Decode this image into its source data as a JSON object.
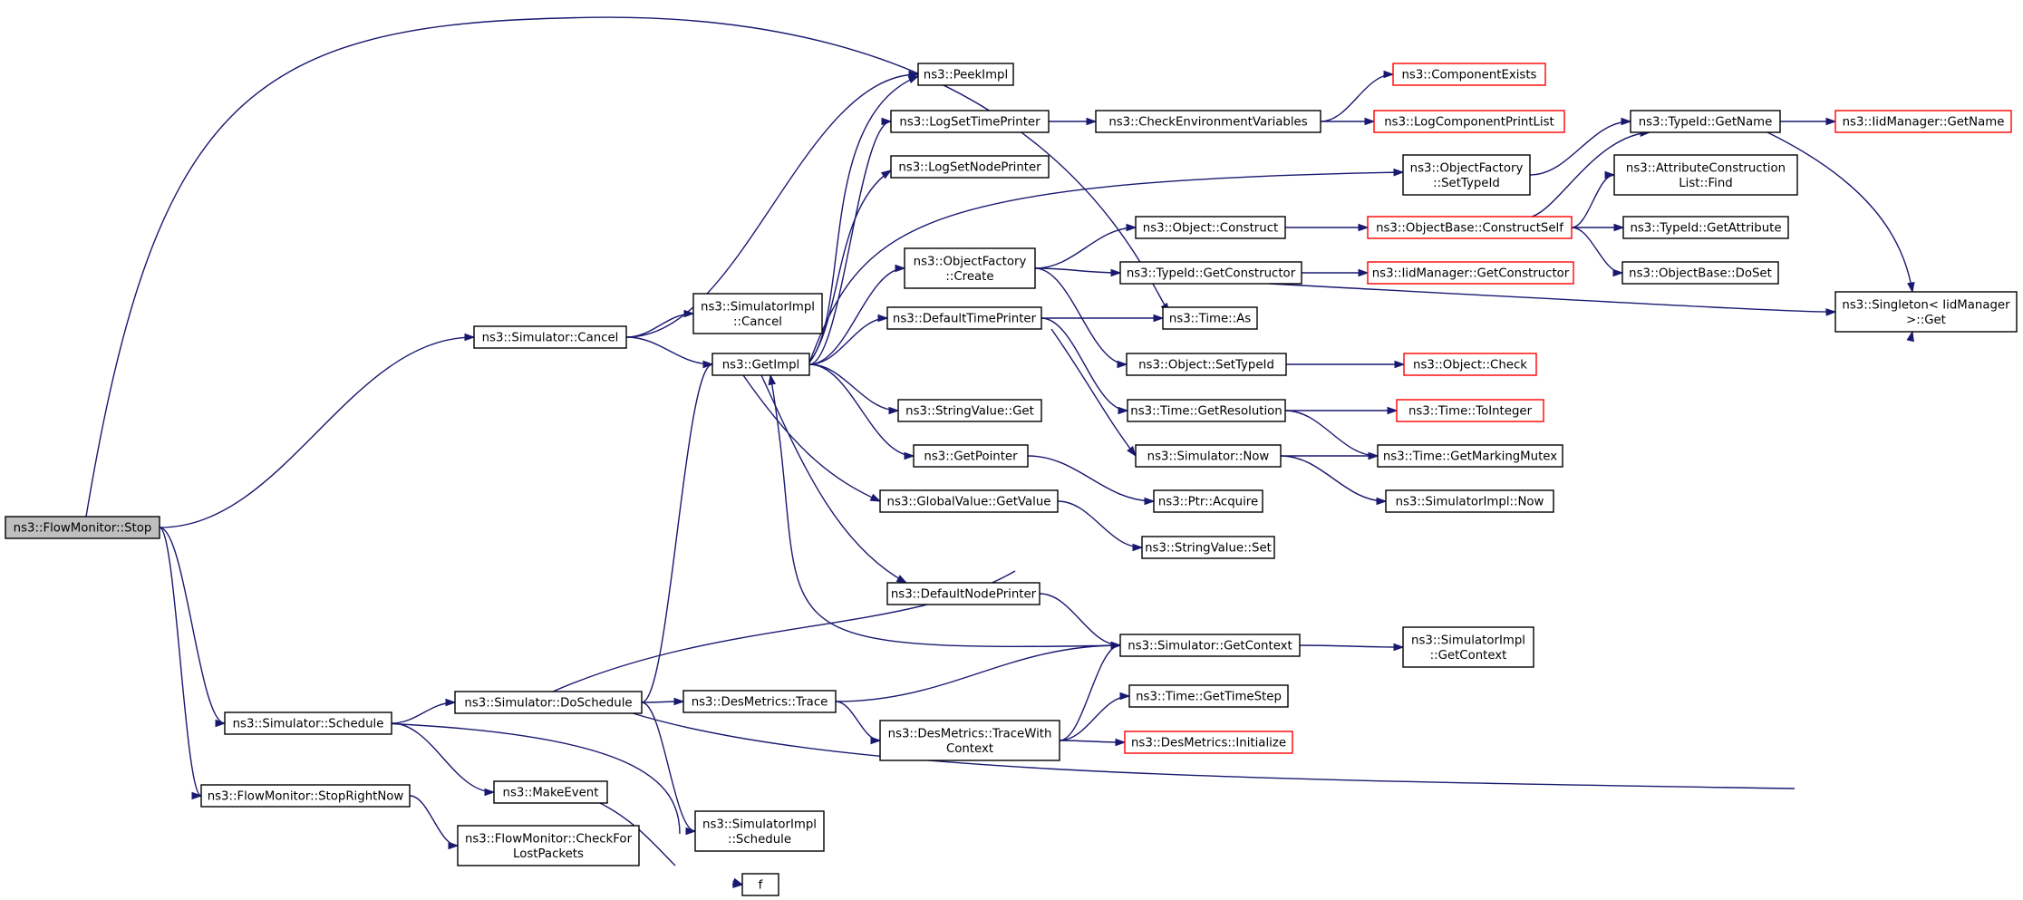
{
  "nodes": [
    {
      "id": "stop",
      "lines": [
        "ns3::FlowMonitor::Stop"
      ],
      "style": "root"
    },
    {
      "id": "cancel",
      "lines": [
        "ns3::Simulator::Cancel"
      ],
      "style": "normal"
    },
    {
      "id": "schedule",
      "lines": [
        "ns3::Simulator::Schedule"
      ],
      "style": "normal"
    },
    {
      "id": "stoprightnow",
      "lines": [
        "ns3::FlowMonitor::StopRightNow"
      ],
      "style": "normal"
    },
    {
      "id": "doschedule",
      "lines": [
        "ns3::Simulator::DoSchedule"
      ],
      "style": "normal"
    },
    {
      "id": "makeevent",
      "lines": [
        "ns3::MakeEvent"
      ],
      "style": "normal"
    },
    {
      "id": "checkfor",
      "lines": [
        "ns3::FlowMonitor::CheckFor",
        "LostPackets"
      ],
      "style": "normal"
    },
    {
      "id": "f",
      "lines": [
        "f"
      ],
      "style": "normal"
    },
    {
      "id": "simimplcancel",
      "lines": [
        "ns3::SimulatorImpl",
        "::Cancel"
      ],
      "style": "normal"
    },
    {
      "id": "getimpl",
      "lines": [
        "ns3::GetImpl"
      ],
      "style": "normal"
    },
    {
      "id": "desmetricstrace",
      "lines": [
        "ns3::DesMetrics::Trace"
      ],
      "style": "normal"
    },
    {
      "id": "simimplschedule",
      "lines": [
        "ns3::SimulatorImpl",
        "::Schedule"
      ],
      "style": "normal"
    },
    {
      "id": "peekimpl",
      "lines": [
        "ns3::PeekImpl"
      ],
      "style": "normal"
    },
    {
      "id": "logsettime",
      "lines": [
        "ns3::LogSetTimePrinter"
      ],
      "style": "normal"
    },
    {
      "id": "logsetnode",
      "lines": [
        "ns3::LogSetNodePrinter"
      ],
      "style": "normal"
    },
    {
      "id": "ofcreate",
      "lines": [
        "ns3::ObjectFactory",
        "::Create"
      ],
      "style": "normal"
    },
    {
      "id": "deftimeprinter",
      "lines": [
        "ns3::DefaultTimePrinter"
      ],
      "style": "normal"
    },
    {
      "id": "stringvalueget",
      "lines": [
        "ns3::StringValue::Get"
      ],
      "style": "normal"
    },
    {
      "id": "getpointer",
      "lines": [
        "ns3::GetPointer"
      ],
      "style": "normal"
    },
    {
      "id": "gvgetvalue",
      "lines": [
        "ns3::GlobalValue::GetValue"
      ],
      "style": "normal"
    },
    {
      "id": "defnodeprinter",
      "lines": [
        "ns3::DefaultNodePrinter"
      ],
      "style": "normal"
    },
    {
      "id": "tracewithcontext",
      "lines": [
        "ns3::DesMetrics::TraceWith",
        "Context"
      ],
      "style": "normal"
    },
    {
      "id": "checkenv",
      "lines": [
        "ns3::CheckEnvironmentVariables"
      ],
      "style": "normal"
    },
    {
      "id": "objconstruct",
      "lines": [
        "ns3::Object::Construct"
      ],
      "style": "normal"
    },
    {
      "id": "getconstructor",
      "lines": [
        "ns3::TypeId::GetConstructor"
      ],
      "style": "normal"
    },
    {
      "id": "timeas",
      "lines": [
        "ns3::Time::As"
      ],
      "style": "normal"
    },
    {
      "id": "objsettypeid",
      "lines": [
        "ns3::Object::SetTypeId"
      ],
      "style": "normal"
    },
    {
      "id": "getresolution",
      "lines": [
        "ns3::Time::GetResolution"
      ],
      "style": "normal"
    },
    {
      "id": "simnow",
      "lines": [
        "ns3::Simulator::Now"
      ],
      "style": "normal"
    },
    {
      "id": "ptracquire",
      "lines": [
        "ns3::Ptr::Acquire"
      ],
      "style": "normal"
    },
    {
      "id": "stringvalueset",
      "lines": [
        "ns3::StringValue::Set"
      ],
      "style": "normal"
    },
    {
      "id": "simgetcontext",
      "lines": [
        "ns3::Simulator::GetContext"
      ],
      "style": "normal"
    },
    {
      "id": "gettimestep",
      "lines": [
        "ns3::Time::GetTimeStep"
      ],
      "style": "normal"
    },
    {
      "id": "dminit",
      "lines": [
        "ns3::DesMetrics::Initialize"
      ],
      "style": "red"
    },
    {
      "id": "compexists",
      "lines": [
        "ns3::ComponentExists"
      ],
      "style": "red"
    },
    {
      "id": "logcompprint",
      "lines": [
        "ns3::LogComponentPrintList"
      ],
      "style": "red"
    },
    {
      "id": "ofsettypeid",
      "lines": [
        "ns3::ObjectFactory",
        "::SetTypeId"
      ],
      "style": "normal"
    },
    {
      "id": "constructself",
      "lines": [
        "ns3::ObjectBase::ConstructSelf"
      ],
      "style": "red"
    },
    {
      "id": "iidgetctor",
      "lines": [
        "ns3::IidManager::GetConstructor"
      ],
      "style": "red"
    },
    {
      "id": "objcheck",
      "lines": [
        "ns3::Object::Check"
      ],
      "style": "red"
    },
    {
      "id": "tointeger",
      "lines": [
        "ns3::Time::ToInteger"
      ],
      "style": "red"
    },
    {
      "id": "getmarkingmutex",
      "lines": [
        "ns3::Time::GetMarkingMutex"
      ],
      "style": "normal"
    },
    {
      "id": "simimplnow",
      "lines": [
        "ns3::SimulatorImpl::Now"
      ],
      "style": "normal"
    },
    {
      "id": "simimplgetctx",
      "lines": [
        "ns3::SimulatorImpl",
        "::GetContext"
      ],
      "style": "normal"
    },
    {
      "id": "typeidgetname",
      "lines": [
        "ns3::TypeId::GetName"
      ],
      "style": "normal"
    },
    {
      "id": "acfind",
      "lines": [
        "ns3::AttributeConstruction",
        "List::Find"
      ],
      "style": "normal"
    },
    {
      "id": "getattribute",
      "lines": [
        "ns3::TypeId::GetAttribute"
      ],
      "style": "normal"
    },
    {
      "id": "obdoset",
      "lines": [
        "ns3::ObjectBase::DoSet"
      ],
      "style": "normal"
    },
    {
      "id": "iidgetname",
      "lines": [
        "ns3::IidManager::GetName"
      ],
      "style": "red"
    },
    {
      "id": "singletonget",
      "lines": [
        "ns3::Singleton< IidManager",
        ">::Get"
      ],
      "style": "normal"
    }
  ],
  "edges": [
    [
      "stop",
      "timeas"
    ],
    [
      "stop",
      "cancel"
    ],
    [
      "stop",
      "schedule"
    ],
    [
      "stop",
      "stoprightnow"
    ],
    [
      "cancel",
      "peekimpl"
    ],
    [
      "cancel",
      "simimplcancel"
    ],
    [
      "cancel",
      "getimpl"
    ],
    [
      "schedule",
      "doschedule"
    ],
    [
      "schedule",
      "makeevent"
    ],
    [
      "schedule",
      "f"
    ],
    [
      "stoprightnow",
      "checkfor"
    ],
    [
      "makeevent",
      "f"
    ],
    [
      "doschedule",
      "getimpl"
    ],
    [
      "doschedule",
      "simnow"
    ],
    [
      "doschedule",
      "desmetricstrace"
    ],
    [
      "doschedule",
      "simimplschedule"
    ],
    [
      "doschedule",
      "singletonget"
    ],
    [
      "getimpl",
      "peekimpl"
    ],
    [
      "getimpl",
      "logsettime"
    ],
    [
      "getimpl",
      "logsetnode"
    ],
    [
      "getimpl",
      "ofsettypeid"
    ],
    [
      "getimpl",
      "ofcreate"
    ],
    [
      "getimpl",
      "deftimeprinter"
    ],
    [
      "getimpl",
      "stringvalueget"
    ],
    [
      "getimpl",
      "getpointer"
    ],
    [
      "getimpl",
      "gvgetvalue"
    ],
    [
      "getimpl",
      "defnodeprinter"
    ],
    [
      "logsettime",
      "checkenv"
    ],
    [
      "checkenv",
      "compexists"
    ],
    [
      "checkenv",
      "logcompprint"
    ],
    [
      "ofcreate",
      "objconstruct"
    ],
    [
      "ofcreate",
      "getconstructor"
    ],
    [
      "ofcreate",
      "objsettypeid"
    ],
    [
      "deftimeprinter",
      "timeas"
    ],
    [
      "deftimeprinter",
      "getresolution"
    ],
    [
      "deftimeprinter",
      "simnow"
    ],
    [
      "objconstruct",
      "constructself"
    ],
    [
      "getconstructor",
      "iidgetctor"
    ],
    [
      "getconstructor",
      "singletonget"
    ],
    [
      "objsettypeid",
      "objcheck"
    ],
    [
      "getresolution",
      "tointeger"
    ],
    [
      "getresolution",
      "getmarkingmutex"
    ],
    [
      "simnow",
      "getmarkingmutex"
    ],
    [
      "simnow",
      "simimplnow"
    ],
    [
      "getpointer",
      "ptracquire"
    ],
    [
      "gvgetvalue",
      "stringvalueset"
    ],
    [
      "defnodeprinter",
      "simgetcontext"
    ],
    [
      "simgetcontext",
      "getimpl"
    ],
    [
      "simgetcontext",
      "simimplgetctx"
    ],
    [
      "desmetricstrace",
      "simgetcontext"
    ],
    [
      "desmetricstrace",
      "tracewithcontext"
    ],
    [
      "tracewithcontext",
      "simgetcontext"
    ],
    [
      "tracewithcontext",
      "gettimestep"
    ],
    [
      "tracewithcontext",
      "dminit"
    ],
    [
      "ofsettypeid",
      "typeidgetname"
    ],
    [
      "constructself",
      "typeidgetname"
    ],
    [
      "constructself",
      "acfind"
    ],
    [
      "constructself",
      "getattribute"
    ],
    [
      "constructself",
      "obdoset"
    ],
    [
      "typeidgetname",
      "iidgetname"
    ],
    [
      "typeidgetname",
      "singletonget"
    ]
  ],
  "colors": {
    "edge": "#191970",
    "root_fill": "#bfbfbf",
    "node_border": "#000000",
    "missing_border": "#ff0000"
  }
}
